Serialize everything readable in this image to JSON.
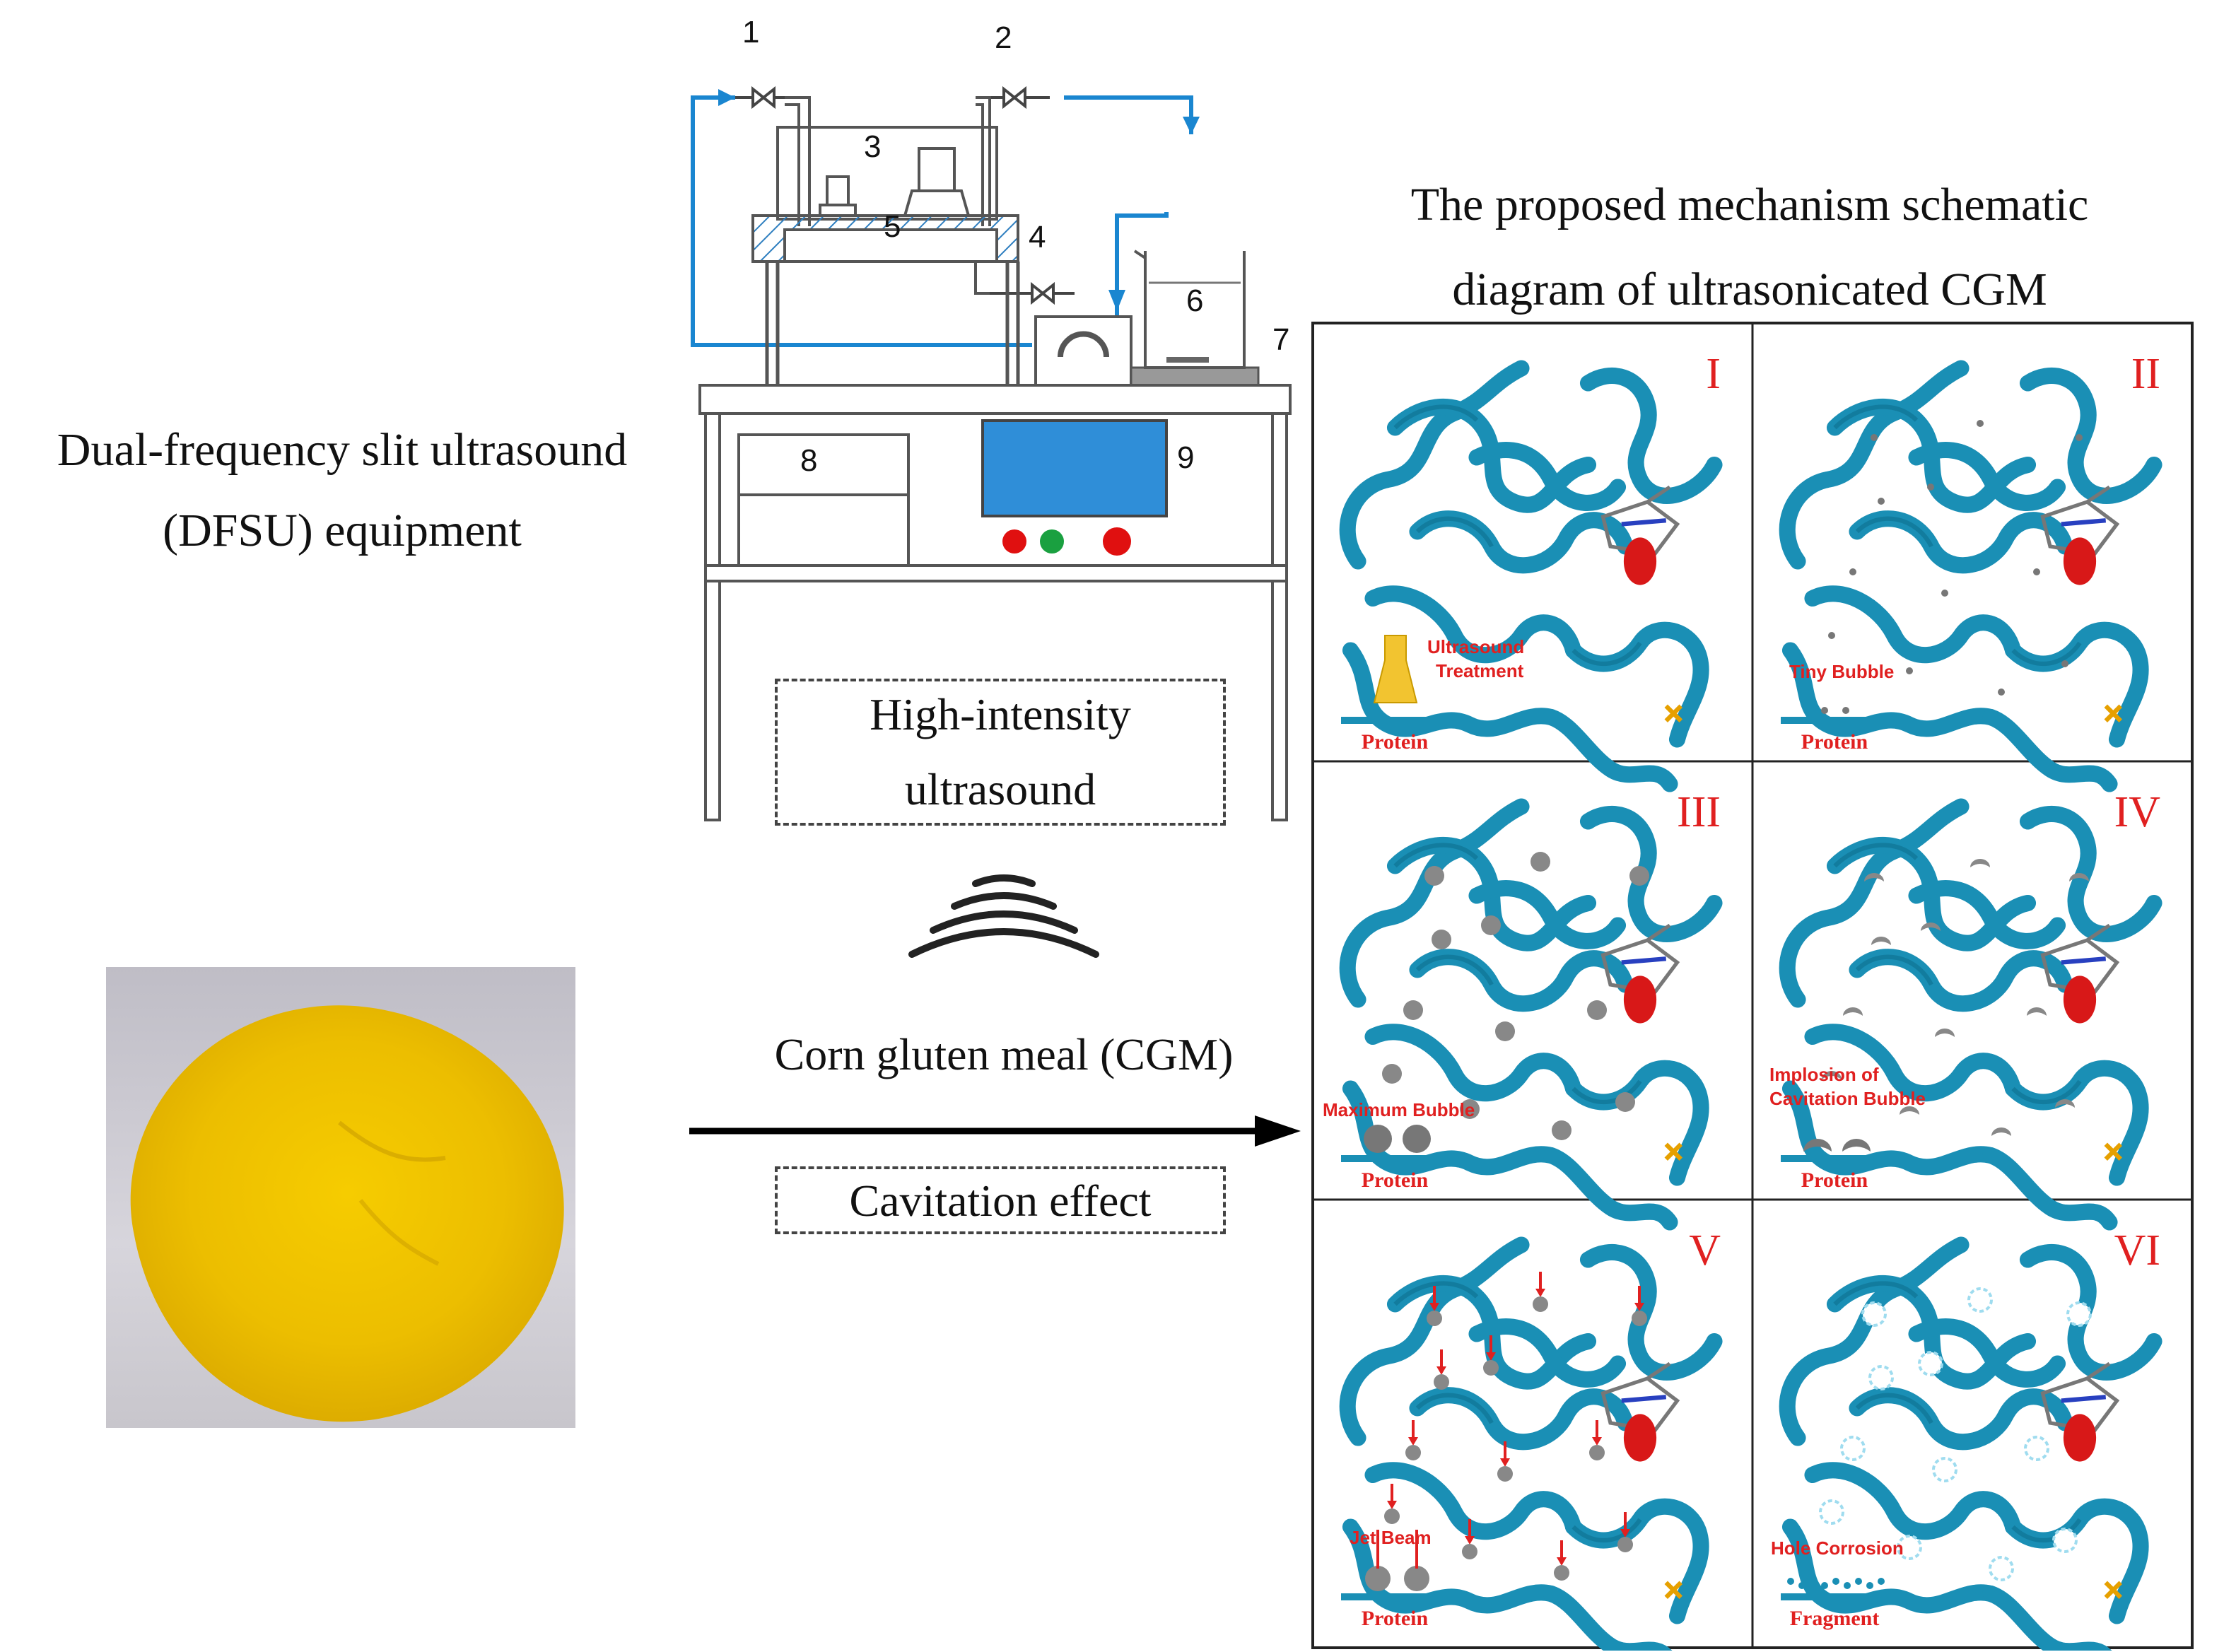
{
  "left_heading": {
    "line1": "Dual-frequency slit ultrasound",
    "line2": "(DFSU) equipment"
  },
  "right_heading": {
    "line1": "The proposed mechanism schematic",
    "line2": "diagram of ultrasonicated CGM"
  },
  "equipment_numbers": [
    "1",
    "2",
    "3",
    "4",
    "5",
    "6",
    "7",
    "8",
    "9"
  ],
  "high_intensity_box": {
    "line1": "High-intensity",
    "line2": "ultrasound"
  },
  "arrow_labels": {
    "above": "Corn gluten meal (CGM)",
    "below": "Cavitation effect"
  },
  "panels": [
    {
      "roman": "I",
      "caption_1": "Ultrasound",
      "caption_2": "Treatment",
      "base_label": "Protein"
    },
    {
      "roman": "II",
      "caption_1": "Tiny Bubble",
      "caption_2": "",
      "base_label": "Protein"
    },
    {
      "roman": "III",
      "caption_1": "Maximum Bubble",
      "caption_2": "",
      "base_label": "Protein"
    },
    {
      "roman": "IV",
      "caption_1": "Implosion of",
      "caption_2": "Cavitation Bubble",
      "base_label": "Protein"
    },
    {
      "roman": "V",
      "caption_1": "Jet Beam",
      "caption_2": "",
      "base_label": "Protein"
    },
    {
      "roman": "VI",
      "caption_1": "Hole Corrosion",
      "caption_2": "",
      "base_label": "Fragment"
    }
  ],
  "colors": {
    "protein_ribbon": "#1a8fb5",
    "roman_numeral": "#e02020",
    "caption_red": "#e02020",
    "pipe_blue": "#1a86d0",
    "control_screen": "#2f8ed8",
    "powder_yellow": "#f0c400"
  }
}
